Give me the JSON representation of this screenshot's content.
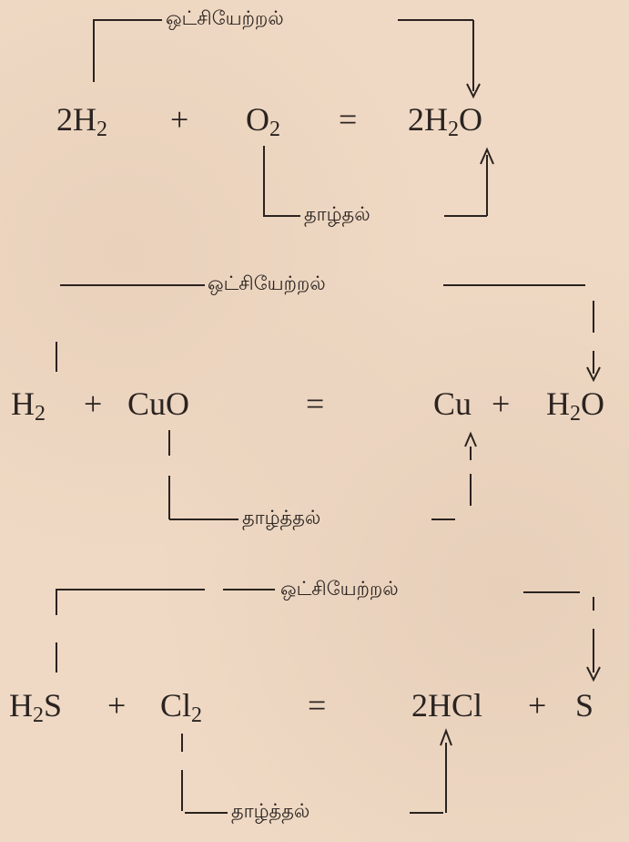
{
  "equations": [
    {
      "oxidation_label": "ஒட்சியேற்றல்",
      "reduction_label": "தாழ்தல்",
      "lhs_1": {
        "coef": "2",
        "symbol": "H",
        "sub": "2"
      },
      "op_plus": "+",
      "lhs_2": {
        "symbol": "O",
        "sub": "2"
      },
      "op_eq": "=",
      "rhs_1": {
        "coef": "2",
        "symbol": "H",
        "sub": "2",
        "tail": "O"
      }
    },
    {
      "oxidation_label": "ஒட்சியேற்றல்",
      "reduction_label": "தாழ்த்தல்",
      "lhs_1": {
        "symbol": "H",
        "sub": "2"
      },
      "op_plus": "+",
      "lhs_2": {
        "symbol": "CuO"
      },
      "op_eq": "=",
      "rhs_1": {
        "symbol": "Cu"
      },
      "op_plus_2": "+",
      "rhs_2": {
        "symbol": "H",
        "sub": "2",
        "tail": "O"
      }
    },
    {
      "oxidation_label": "ஒட்சியேற்றல்",
      "reduction_label": "தாழ்த்தல்",
      "lhs_1": {
        "symbol": "H",
        "sub": "2",
        "tail": "S"
      },
      "op_plus": "+",
      "lhs_2": {
        "symbol": "Cl",
        "sub": "2"
      },
      "op_eq": "=",
      "rhs_1": {
        "coef": "2",
        "symbol": "HCl"
      },
      "op_plus_2": "+",
      "rhs_2": {
        "symbol": "S"
      }
    }
  ]
}
